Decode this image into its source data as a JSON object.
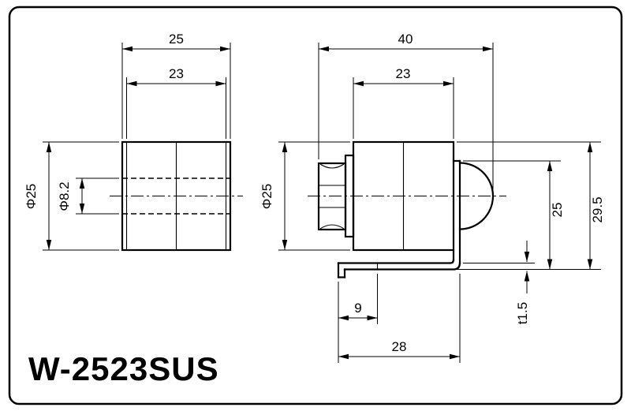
{
  "title": "W-2523SUS",
  "drawing": {
    "left_view": {
      "dim_outer_width": "25",
      "dim_roller_width": "23",
      "dim_outer_diameter": "Φ25",
      "dim_bore_diameter": "Φ8.2"
    },
    "right_view": {
      "dim_overall_width": "40",
      "dim_roller_width": "23",
      "dim_outer_diameter": "Φ25",
      "dim_bracket_height": "25",
      "dim_overall_height": "29.5",
      "dim_foot_offset": "9",
      "dim_base_width": "28",
      "dim_thickness": "t1.5"
    }
  }
}
